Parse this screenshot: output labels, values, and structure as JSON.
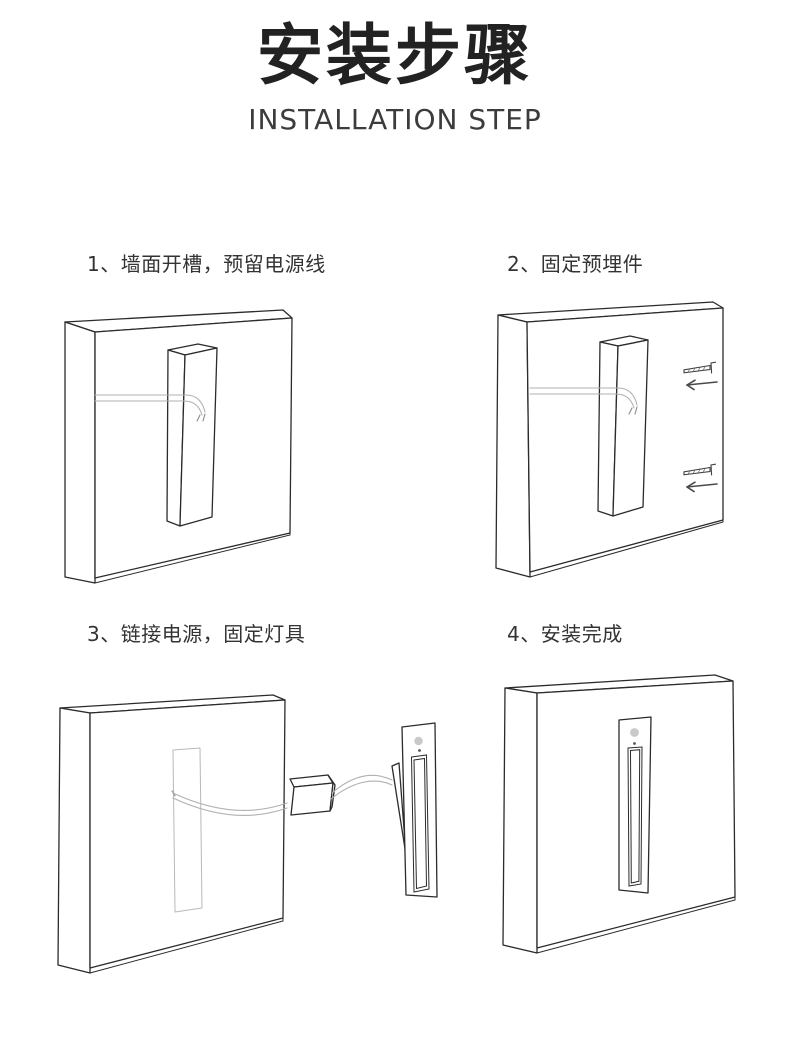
{
  "header": {
    "title": "安装步骤",
    "subtitle": "INSTALLATION STEP"
  },
  "steps": [
    {
      "label": "1、墙面开槽，预留电源线",
      "illustration": "wall-with-slot-and-power-wire"
    },
    {
      "label": "2、固定预埋件",
      "illustration": "wall-embedded-box-fixed-with-screws"
    },
    {
      "label": "3、链接电源，固定灯具",
      "illustration": "wire-connected-to-driver-and-lamp"
    },
    {
      "label": "4、安装完成",
      "illustration": "lamp-flush-mounted-in-wall"
    }
  ],
  "colors": {
    "background": "#ffffff",
    "title_text": "#222222",
    "subtitle_text": "#3c3c3c",
    "label_text": "#333333",
    "line_art": "#2b2b2b",
    "wire_line": "#b0b0b0",
    "sensor_fill": "#c9c9c9"
  }
}
